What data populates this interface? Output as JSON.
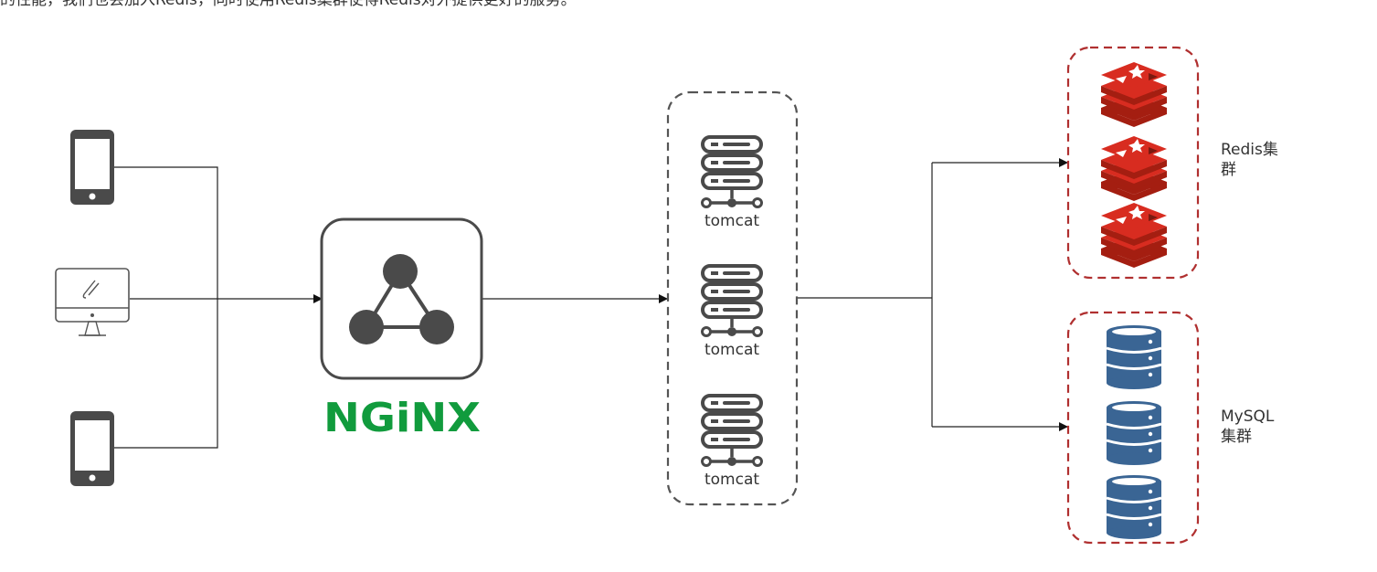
{
  "page_text": "的性能，我们也会加入Redis，同时使用Redis集群使得Redis对外提供更好的服务。",
  "nginx": {
    "label": "NGiNX"
  },
  "tomcat": {
    "labels": [
      "tomcat",
      "tomcat",
      "tomcat"
    ]
  },
  "redis_cluster": {
    "label_line1": "Redis集",
    "label_line2": "群"
  },
  "mysql_cluster": {
    "label_line1": "MySQL",
    "label_line2": "集群"
  },
  "colors": {
    "nginx_green": "#119b3d",
    "redis_red": "#d82c20",
    "mysql_blue": "#3a6594",
    "cluster_border": "#b03030",
    "icon_dark": "#4a4a4a"
  },
  "icons": {
    "clients": [
      "phone-icon",
      "monitor-icon",
      "phone-icon"
    ],
    "nginx": "nginx-triangle-icon",
    "tomcat": "server-icon",
    "redis": "redis-icon",
    "mysql": "database-icon"
  }
}
